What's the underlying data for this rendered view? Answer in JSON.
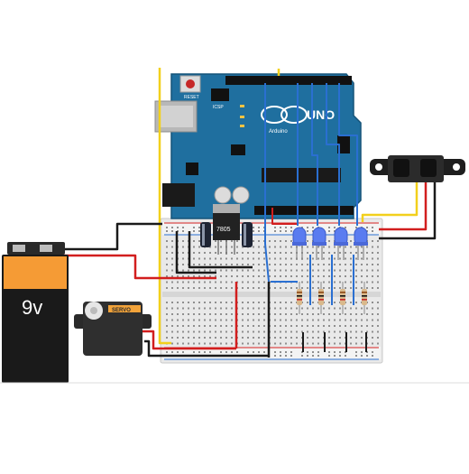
{
  "battery": {
    "label": "9v"
  },
  "servo": {
    "label": "SERVO"
  },
  "arduino": {
    "logo_text": "UNO",
    "brand_text": "Arduino",
    "reset_label": "RESET",
    "icsp_label": "ICSP"
  },
  "regulator": {
    "label": "7805"
  },
  "colors": {
    "board": "#1f6f9f",
    "wire_yellow": "#f2d01c",
    "wire_red": "#d21e1e",
    "wire_black": "#1a1a1a",
    "wire_blue": "#2a6fd1",
    "led": "#5a7cf0",
    "breadboard": "#e9e9e9",
    "battery_orange": "#f59b35"
  }
}
